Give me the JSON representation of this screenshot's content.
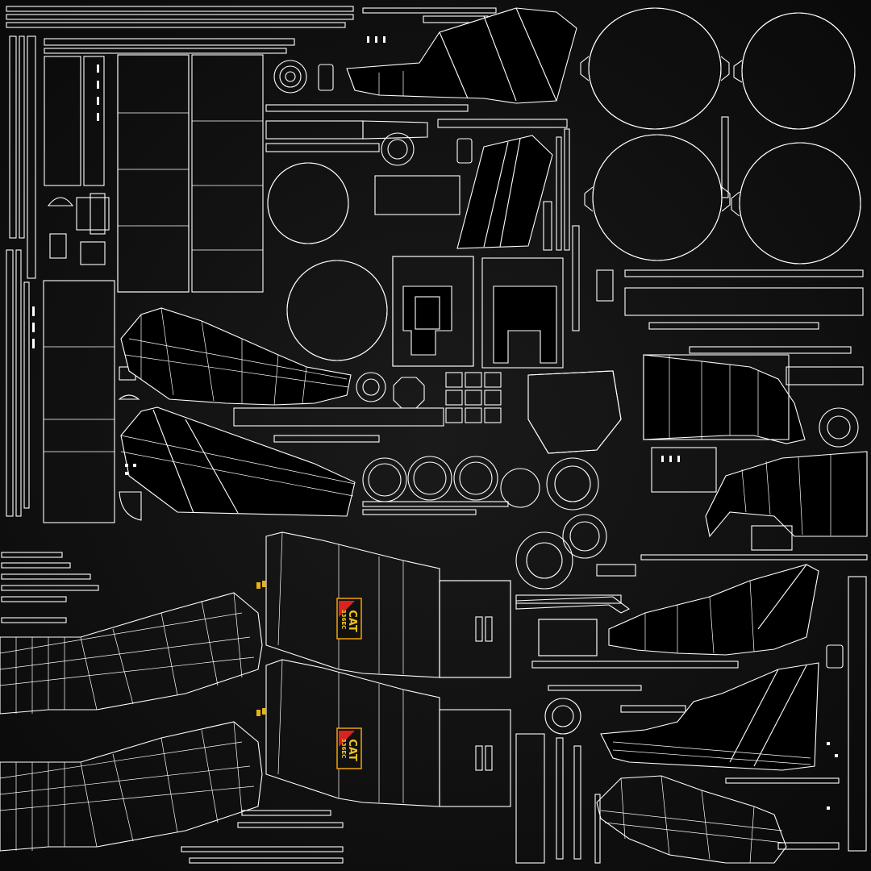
{
  "logos": [
    {
      "brand": "CAT",
      "model": "336EC"
    },
    {
      "brand": "CAT",
      "model": "336EC"
    }
  ],
  "colors": {
    "background": "#0a0a0a",
    "wireframe": "#ffffff",
    "cat_yellow": "#f2c21a",
    "cat_red": "#d8231f",
    "logo_border": "#f2a20c"
  }
}
